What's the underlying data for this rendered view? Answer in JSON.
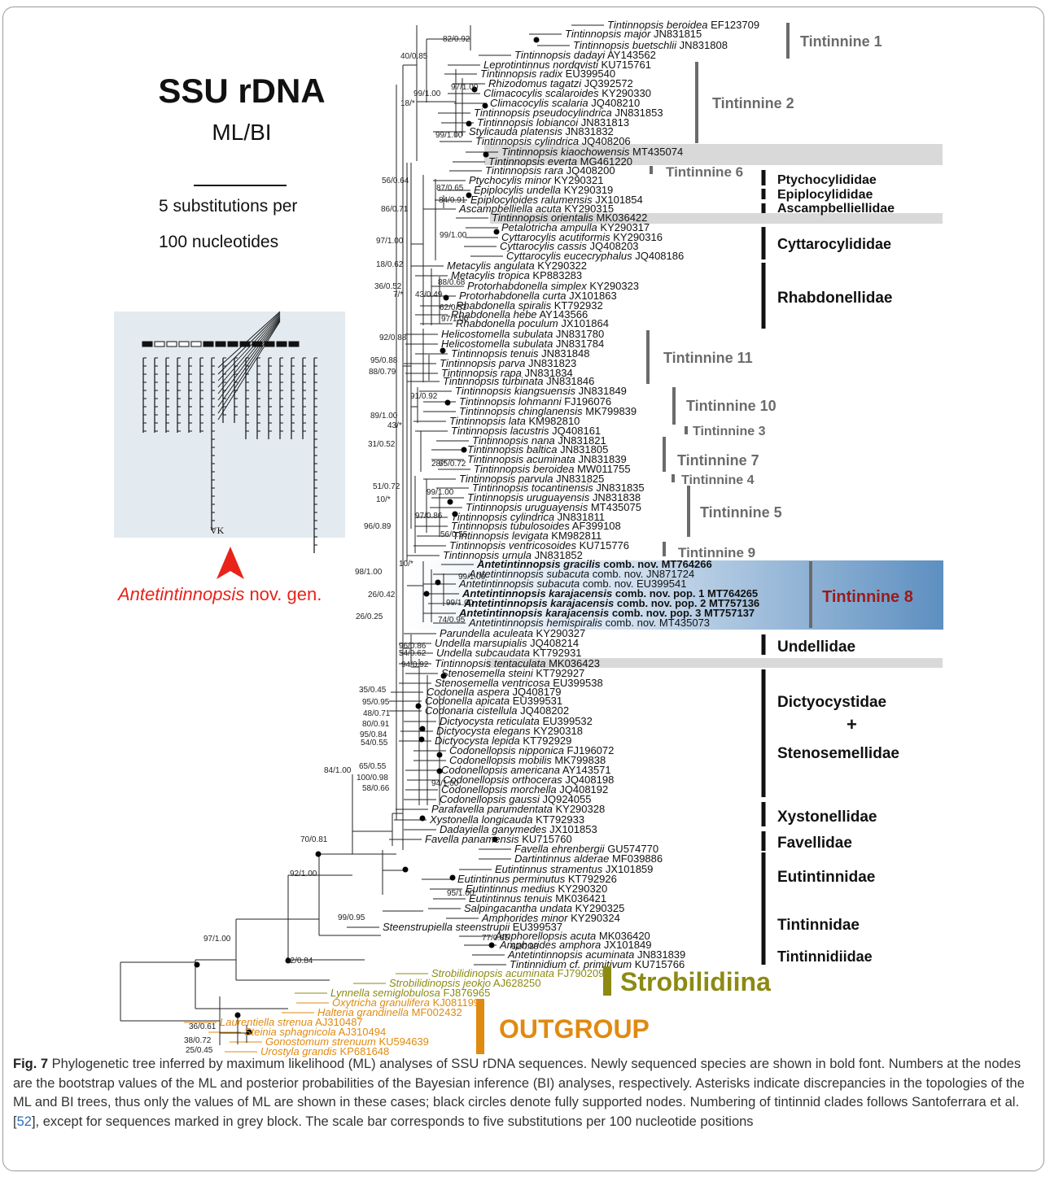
{
  "figure": {
    "title_main": "SSU rDNA",
    "title_sub": "ML/BI",
    "scale_label_1": "5 substitutions per",
    "scale_label_2": "100 nucleotides",
    "inset_label": "VK",
    "arrow_label_genus": "Antetintinnopsis",
    "arrow_label_rest": " nov. gen."
  },
  "taxa": [
    {
      "name": "Tintinnopsis beroidea",
      "acc": "EF123709"
    },
    {
      "name": "Tintinnopsis major",
      "acc": "JN831815"
    },
    {
      "name": "Tintinnopsis buetschlii",
      "acc": "JN831808"
    },
    {
      "name": "Tintinnopsis dadayi",
      "acc": "AY143562"
    },
    {
      "name": "Leprotintinnus nordqvisti",
      "acc": "KU715761"
    },
    {
      "name": "Tintinnopsis radix",
      "acc": "EU399540"
    },
    {
      "name": "Rhizodomus tagatzi",
      "acc": "JQ392572"
    },
    {
      "name": "Climacocylis scalaroides",
      "acc": "KY290330"
    },
    {
      "name": "Climacocylis scalaria",
      "acc": "JQ408210"
    },
    {
      "name": "Tintinnopsis pseudocylindrica",
      "acc": "JN831853"
    },
    {
      "name": "Tintinnopsis lobiancoi",
      "acc": "JN831813"
    },
    {
      "name": "Stylicauda platensis",
      "acc": "JN831832"
    },
    {
      "name": "Tintinnopsis cylindrica",
      "acc": "JQ408206"
    },
    {
      "name": "Tintinnopsis kiaochowensis",
      "acc": "MT435074"
    },
    {
      "name": "Tintinnopsis everta",
      "acc": "MG461220"
    },
    {
      "name": "Tintinnopsis rara",
      "acc": "JQ408200"
    },
    {
      "name": "Ptychocylis minor",
      "acc": "KY290321"
    },
    {
      "name": "Epiplocylis undella",
      "acc": "KY290319"
    },
    {
      "name": "Epiplocyloides ralumensis",
      "acc": "JX101854"
    },
    {
      "name": "Ascampbelliella acuta",
      "acc": "KY290315"
    },
    {
      "name": "Tintinnopsis orientalis",
      "acc": "MK036422"
    },
    {
      "name": "Petalotricha ampulla",
      "acc": "KY290317"
    },
    {
      "name": "Cyttarocylis acutiformis",
      "acc": "KY290316"
    },
    {
      "name": "Cyttarocylis cassis",
      "acc": "JQ408203"
    },
    {
      "name": "Cyttarocylis eucecryphalus",
      "acc": "JQ408186"
    },
    {
      "name": "Metacylis angulata",
      "acc": "KY290322"
    },
    {
      "name": "Metacylis tropica",
      "acc": "KP883283"
    },
    {
      "name": "Protorhabdonella simplex",
      "acc": "KY290323"
    },
    {
      "name": "Protorhabdonella curta",
      "acc": "JX101863"
    },
    {
      "name": "Rhabdonella spiralis",
      "acc": "KT792932"
    },
    {
      "name": "Rhabdonella hebe",
      "acc": "AY143566"
    },
    {
      "name": "Rhabdonella poculum",
      "acc": "JX101864"
    },
    {
      "name": "Helicostomella subulata",
      "acc": "JN831780"
    },
    {
      "name": "Helicostomella subulata",
      "acc": "JN831784"
    },
    {
      "name": "Tintinnopsis tenuis",
      "acc": "JN831848"
    },
    {
      "name": "Tintinnopsis parva",
      "acc": "JN831823"
    },
    {
      "name": "Tintinnopsis rapa",
      "acc": "JN831834"
    },
    {
      "name": "Tintinnopsis turbinata",
      "acc": "JN831846"
    },
    {
      "name": "Tintinnopsis kiangsuensis",
      "acc": "JN831849"
    },
    {
      "name": "Tintinnopsis lohmanni",
      "acc": "FJ196076"
    },
    {
      "name": "Tintinnopsis chinglanensis",
      "acc": "MK799839"
    },
    {
      "name": "Tintinnopsis lata",
      "acc": "KM982810"
    },
    {
      "name": "Tintinnopsis lacustris",
      "acc": "JQ408161"
    },
    {
      "name": "Tintinnopsis nana",
      "acc": "JN831821"
    },
    {
      "name": "Tintinnopsis baltica",
      "acc": "JN831805"
    },
    {
      "name": "Tintinnopsis acuminata",
      "acc": "JN831839"
    },
    {
      "name": "Tintinnopsis beroidea",
      "acc": "MW011755"
    },
    {
      "name": "Tintinnopsis parvula",
      "acc": "JN831825"
    },
    {
      "name": "Tintinnopsis tocantinensis",
      "acc": "JN831835"
    },
    {
      "name": "Tintinnopsis uruguayensis",
      "acc": "JN831838"
    },
    {
      "name": "Tintinnopsis uruguayensis",
      "acc": "MT435075"
    },
    {
      "name": "Tintinnopsis cylindrica",
      "acc": "JN831811"
    },
    {
      "name": "Tintinnopsis tubulosoides",
      "acc": "AF399108"
    },
    {
      "name": "Tintinnopsis levigata",
      "acc": "KM982811"
    },
    {
      "name": "Tintinnopsis ventricosoides",
      "acc": "KU715776"
    },
    {
      "name": "Tintinnopsis urnula",
      "acc": "JN831852"
    },
    {
      "name": "Antetintinnopsis gracilis",
      "acc": "comb. nov. MT764266",
      "bold": true
    },
    {
      "name": "Antetintinnopsis subacuta",
      "acc": "comb. nov. JN871724"
    },
    {
      "name": "Antetintinnopsis subacuta",
      "acc": "comb. nov. EU399541"
    },
    {
      "name": "Antetintinnopsis karajacensis",
      "acc": "comb. nov. pop. 1 MT764265",
      "bold": true
    },
    {
      "name": "Antetintinnopsis karajacensis",
      "acc": "comb. nov. pop. 2 MT757136",
      "bold": true
    },
    {
      "name": "Antetintinnopsis karajacensis",
      "acc": "comb. nov. pop. 3 MT757137",
      "bold": true
    },
    {
      "name": "Antetintinnopsis hemispiralis",
      "acc": "comb. nov. MT435073"
    },
    {
      "name": "Parundella aculeata",
      "acc": "KY290327"
    },
    {
      "name": "Undella marsupialis",
      "acc": "JQ408214"
    },
    {
      "name": "Undella subcaudata",
      "acc": "KT792931"
    },
    {
      "name": "Tintinnopsis tentaculata",
      "acc": "MK036423"
    },
    {
      "name": "Stenosemella steini",
      "acc": "KT792927"
    },
    {
      "name": "Stenosemella ventricosa",
      "acc": "EU399538"
    },
    {
      "name": "Codonella aspera",
      "acc": "JQ408179"
    },
    {
      "name": "Codonella apicata",
      "acc": "EU399531"
    },
    {
      "name": "Codonaria cistellula",
      "acc": "JQ408202"
    },
    {
      "name": "Dictyocysta reticulata",
      "acc": "EU399532"
    },
    {
      "name": "Dictyocysta elegans",
      "acc": "KY290318"
    },
    {
      "name": "Dictyocysta lepida",
      "acc": "KT792929"
    },
    {
      "name": "Codonellopsis nipponica",
      "acc": "FJ196072"
    },
    {
      "name": "Codonellopsis mobilis",
      "acc": "MK799838"
    },
    {
      "name": "Codonellopsis americana",
      "acc": "AY143571"
    },
    {
      "name": "Codonellopsis orthoceras",
      "acc": "JQ408198"
    },
    {
      "name": "Codonellopsis morchella",
      "acc": "JQ408192"
    },
    {
      "name": "Codonellopsis gaussi",
      "acc": "JQ924055"
    },
    {
      "name": "Parafavella parumdentata",
      "acc": "KY290328"
    },
    {
      "name": "Xystonella longicauda",
      "acc": "KT792933"
    },
    {
      "name": "Dadayiella ganymedes",
      "acc": "JX101853"
    },
    {
      "name": "Favella panamensis",
      "acc": "KU715760"
    },
    {
      "name": "Favella ehrenbergii",
      "acc": "GU574770"
    },
    {
      "name": "Dartintinnus alderae",
      "acc": "MF039886"
    },
    {
      "name": "Eutintinnus stramentus",
      "acc": "JX101859"
    },
    {
      "name": "Eutintinnus perminutus",
      "acc": "KT792926"
    },
    {
      "name": "Eutintinnus medius",
      "acc": "KY290320"
    },
    {
      "name": "Eutintinnus tenuis",
      "acc": "MK036421"
    },
    {
      "name": "Salpingacantha undata",
      "acc": "KY290325"
    },
    {
      "name": "Amphorides minor",
      "acc": "KY290324"
    },
    {
      "name": "Steenstrupiella steenstrupii",
      "acc": "EU399537"
    },
    {
      "name": "Amphorellopsis acuta",
      "acc": "MK036420"
    },
    {
      "name": "Amphorides amphora",
      "acc": "JX101849"
    },
    {
      "name": "Antetintinnopsis acuminata",
      "acc": "JN831839"
    },
    {
      "name": "Tintinnidium cf. primitivum",
      "acc": "KU715766"
    },
    {
      "name": "Strobilidinopsis acuminata",
      "acc": "FJ790209",
      "color": "olive"
    },
    {
      "name": "Strobilidinopsis jeokjo",
      "acc": "AJ628250",
      "color": "olive"
    },
    {
      "name": "Lynnella semiglobulosa",
      "acc": "FJ876965",
      "color": "olive"
    },
    {
      "name": "Oxytricha granulifera",
      "acc": "KJ081199",
      "color": "orange"
    },
    {
      "name": "Halteria grandinella",
      "acc": "MF002432",
      "color": "orange"
    },
    {
      "name": "Laurentiella strenua",
      "acc": "AJ310487",
      "color": "orange"
    },
    {
      "name": "Steinia sphagnicola",
      "acc": "AJ310494",
      "color": "orange"
    },
    {
      "name": "Gonostomum strenuum",
      "acc": "KU594639",
      "color": "orange"
    },
    {
      "name": "Urostyla grandis",
      "acc": "KP681648",
      "color": "orange"
    }
  ],
  "supports": [
    "82/0.92",
    "40/0.85",
    "97/1.00",
    "99/1.00",
    "99/1.00",
    "18/*",
    "56/0.64",
    "87/0.65",
    "84/0.91",
    "86/0.71",
    "99/1.00",
    "97/1.00",
    "18/0.62",
    "88/0.68",
    "36/0.52",
    "7/*",
    "43/0.49",
    "62/0.53",
    "97/1.00",
    "92/0.88",
    "95/0.88",
    "88/0.79",
    "91/0.92",
    "89/1.00",
    "43/*",
    "31/0.52",
    "28/*",
    "65/0.72",
    "51/0.72",
    "99/1.00",
    "10/*",
    "97/0.86",
    "96/0.89",
    "56/0.55",
    "10/*",
    "98/1.00",
    "99/1.00",
    "26/0.42",
    "99/1.00",
    "74/0.95",
    "26/0.25",
    "96/0.86",
    "54/0.62",
    "94/0.92",
    "35/0.45",
    "95/0.95",
    "48/0.71",
    "80/0.91",
    "95/0.84",
    "54/0.55",
    "65/0.55",
    "100/0.98",
    "94/1.00",
    "58/0.66",
    "84/1.00",
    "70/0.81",
    "95/1.00",
    "92/1.00",
    "99/0.95",
    "77/0.85",
    "62/0.88",
    "97/1.00",
    "92/0.84",
    "36/0.61",
    "38/0.72",
    "25/0.45"
  ],
  "clades": [
    {
      "label": "Tintinnine 1",
      "style": "grey"
    },
    {
      "label": "Tintinnine 2",
      "style": "grey"
    },
    {
      "label": "Tintinnine 6",
      "style": "grey"
    },
    {
      "label": "Ptychocylididae",
      "style": "black"
    },
    {
      "label": "Epiplocylididae",
      "style": "black"
    },
    {
      "label": "Ascampbelliellidae",
      "style": "black"
    },
    {
      "label": "Cyttarocylididae",
      "style": "black"
    },
    {
      "label": "Rhabdonellidae",
      "style": "black"
    },
    {
      "label": "Tintinnine 11",
      "style": "grey"
    },
    {
      "label": "Tintinnine 10",
      "style": "grey"
    },
    {
      "label": "Tintinnine 3",
      "style": "grey"
    },
    {
      "label": "Tintinnine 7",
      "style": "grey"
    },
    {
      "label": "Tintinnine 4",
      "style": "grey"
    },
    {
      "label": "Tintinnine 5",
      "style": "grey"
    },
    {
      "label": "Tintinnine 9",
      "style": "grey"
    },
    {
      "label": "Tintinnine 8",
      "style": "red"
    },
    {
      "label": "Undellidae",
      "style": "black"
    },
    {
      "label": "Dictyocystidae",
      "style": "black"
    },
    {
      "label": "+",
      "style": "black"
    },
    {
      "label": "Stenosemellidae",
      "style": "black"
    },
    {
      "label": "Xystonellidae",
      "style": "black"
    },
    {
      "label": "Favellidae",
      "style": "black"
    },
    {
      "label": "Eutintinnidae",
      "style": "black"
    },
    {
      "label": "Tintinnidae",
      "style": "black"
    },
    {
      "label": "Tintinnidiidae",
      "style": "black"
    },
    {
      "label": "Strobilidiina",
      "style": "olive"
    },
    {
      "label": "OUTGROUP",
      "style": "orange"
    }
  ],
  "colors": {
    "grey_clade": "#6b6b6b",
    "highlight_blue": "#5d8fc0",
    "grey_block": "#d9d9d9",
    "tintinnine8_red": "#9b1a1a",
    "arrow_red": "#e8231a",
    "strobilidiina_olive": "#8c8a12",
    "outgroup_orange": "#e08a10"
  },
  "caption": {
    "label": "Fig. 7",
    "text_before_ref": "  Phylogenetic tree inferred by maximum likelihood (ML) analyses of SSU rDNA sequences. Newly sequenced species are shown in bold font. Numbers at the nodes are the bootstrap values of the ML and posterior probabilities of the Bayesian inference (BI) analyses, respectively. Asterisks indicate discrepancies in the topologies of the ML and BI trees, thus only the values of ML are shown in these cases; black circles denote fully supported nodes. Numbering of tintinnid clades follows Santoferrara et al. [",
    "ref": "52",
    "text_after_ref": "], except for sequences marked in grey block. The scale bar corresponds to five substitutions per 100 nucleotide positions"
  }
}
